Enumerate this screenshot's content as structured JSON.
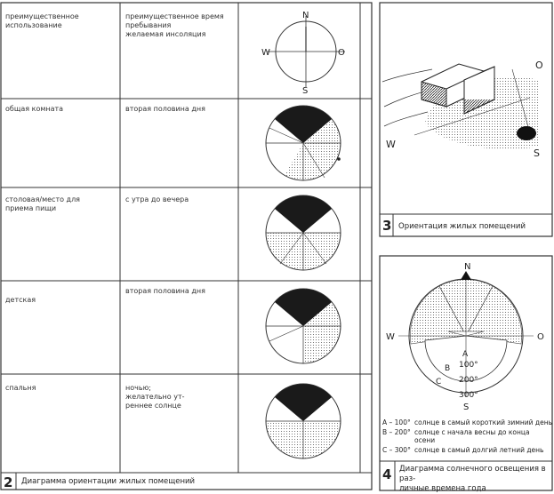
{
  "table": {
    "header": {
      "col1": "преимущественное\nиспользование",
      "col2": "преимущественное время\nпребывания\nжелаемая инсоляция"
    },
    "compass": {
      "n": "N",
      "s": "S",
      "w": "W",
      "o": "O"
    },
    "rows": [
      {
        "room": "общая комната",
        "time": "вторая половина дня"
      },
      {
        "room": "столовая/место для\nприема пищи",
        "time": "с утра до вечера"
      },
      {
        "room": "детская",
        "time": "вторая половина дня"
      },
      {
        "room": "спальня",
        "time": "ночью;\nжелательно ут-\nреннее солнце"
      }
    ],
    "caption_number": "2",
    "caption": "Диаграмма ориентации жилых помещений"
  },
  "panel3": {
    "labels": {
      "o": "O",
      "w": "W",
      "s": "S"
    },
    "caption_number": "3",
    "caption": "Ориентация жилых помещений"
  },
  "panel4": {
    "compass": {
      "n": "N",
      "s": "S",
      "w": "W",
      "o": "O"
    },
    "arc_labels": {
      "a": "A",
      "b": "B",
      "c": "C",
      "a_deg": "100°",
      "b_deg": "200°",
      "c_deg": "300°"
    },
    "legend": [
      {
        "key": "A – 100°",
        "text": "солнце в самый короткий зимний день"
      },
      {
        "key": "B – 200°",
        "text": "солнце с начала весны до конца\nосени"
      },
      {
        "key": "C – 300°",
        "text": "солнце в самый долгий летний день"
      }
    ],
    "caption_number": "4",
    "caption": "Диаграмма солнечного освещения в раз-\nличные времена года"
  }
}
